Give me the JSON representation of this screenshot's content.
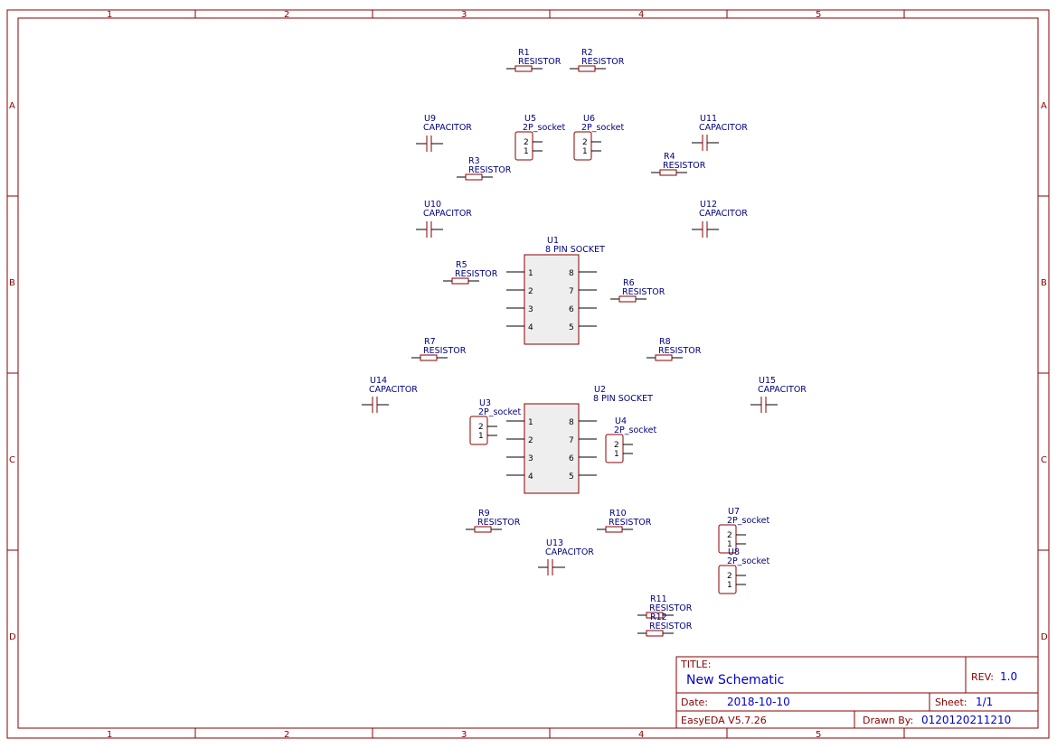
{
  "frame": {
    "columns": [
      "1",
      "2",
      "3",
      "4",
      "5"
    ],
    "rows": [
      "A",
      "B",
      "C",
      "D"
    ]
  },
  "title_block": {
    "title_label": "TITLE:",
    "title_value": "New Schematic",
    "rev_label": "REV:",
    "rev_value": "1.0",
    "date_label": "Date:",
    "date_value": "2018-10-10",
    "sheet_label": "Sheet:",
    "sheet_value": "1/1",
    "software": "EasyEDA V5.7.26",
    "drawn_by_label": "Drawn By:",
    "drawn_by_value": "0120120211210"
  },
  "components": {
    "resistors": [
      {
        "ref": "R1",
        "value": "RESISTOR"
      },
      {
        "ref": "R2",
        "value": "RESISTOR"
      },
      {
        "ref": "R3",
        "value": "RESISTOR"
      },
      {
        "ref": "R4",
        "value": "RESISTOR"
      },
      {
        "ref": "R5",
        "value": "RESISTOR"
      },
      {
        "ref": "R6",
        "value": "RESISTOR"
      },
      {
        "ref": "R7",
        "value": "RESISTOR"
      },
      {
        "ref": "R8",
        "value": "RESISTOR"
      },
      {
        "ref": "R9",
        "value": "RESISTOR"
      },
      {
        "ref": "R10",
        "value": "RESISTOR"
      },
      {
        "ref": "R11",
        "value": "RESISTOR"
      },
      {
        "ref": "R12",
        "value": "RESISTOR"
      }
    ],
    "capacitors": [
      {
        "ref": "U9",
        "value": "CAPACITOR"
      },
      {
        "ref": "U10",
        "value": "CAPACITOR"
      },
      {
        "ref": "U11",
        "value": "CAPACITOR"
      },
      {
        "ref": "U12",
        "value": "CAPACITOR"
      },
      {
        "ref": "U13",
        "value": "CAPACITOR"
      },
      {
        "ref": "U14",
        "value": "CAPACITOR"
      },
      {
        "ref": "U15",
        "value": "CAPACITOR"
      }
    ],
    "sockets_2p": [
      {
        "ref": "U3",
        "value": "2P_socket",
        "pins": [
          "2",
          "1"
        ]
      },
      {
        "ref": "U4",
        "value": "2P_socket",
        "pins": [
          "2",
          "1"
        ]
      },
      {
        "ref": "U5",
        "value": "2P_socket",
        "pins": [
          "2",
          "1"
        ]
      },
      {
        "ref": "U6",
        "value": "2P_socket",
        "pins": [
          "2",
          "1"
        ]
      },
      {
        "ref": "U7",
        "value": "2P_socket",
        "pins": [
          "2",
          "1"
        ]
      },
      {
        "ref": "U8",
        "value": "2P_socket",
        "pins": [
          "2",
          "1"
        ]
      }
    ],
    "sockets_8p": [
      {
        "ref": "U1",
        "value": "8 PIN SOCKET",
        "left_pins": [
          "1",
          "2",
          "3",
          "4"
        ],
        "right_pins": [
          "8",
          "7",
          "6",
          "5"
        ]
      },
      {
        "ref": "U2",
        "value": "8 PIN SOCKET",
        "left_pins": [
          "1",
          "2",
          "3",
          "4"
        ],
        "right_pins": [
          "8",
          "7",
          "6",
          "5"
        ]
      }
    ]
  }
}
